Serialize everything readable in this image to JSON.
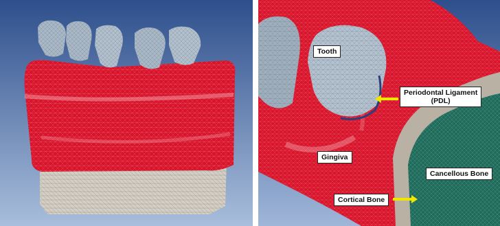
{
  "labels": {
    "tooth": "Tooth",
    "pdl_line1": "Periodontal Ligament",
    "pdl_line2": "(PDL)",
    "gingiva": "Gingiva",
    "cancellous_bone": "Cancellous Bone",
    "cortical_bone": "Cortical Bone"
  },
  "colors": {
    "background_top": "#2e4f8c",
    "background_bottom": "#9fb6d8",
    "gingiva": "#d8132a",
    "tooth": "#a9b8c6",
    "cortical_bone": "#b8b1a4",
    "cancellous_bone": "#1f6b5c",
    "arrow": "#f2e600"
  }
}
